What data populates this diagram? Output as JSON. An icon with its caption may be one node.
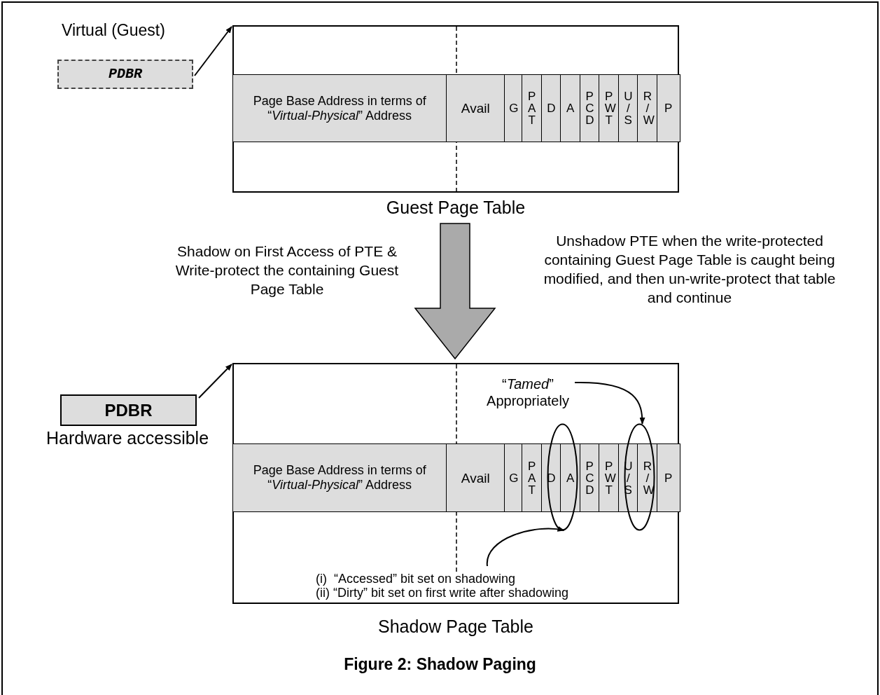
{
  "diagram": {
    "caption": "Figure 2: Shadow Paging",
    "nodes": [
      {
        "text": [
          "Guest Page Table"
        ]
      },
      {
        "text": [
          "Virtual (Guest)",
          "PDBR"
        ]
      },
      {
        "text": [
          "Page Base Address in terms of “*Virtual-Physical*” Address"
        ],
        "in": 0
      },
      {
        "text": [
          "Avail"
        ],
        "in": 0
      },
      {
        "text": [
          "G"
        ],
        "in": 0
      },
      {
        "text": [
          "P A T"
        ],
        "in": 0
      },
      {
        "text": [
          "D"
        ],
        "in": 0
      },
      {
        "text": [
          "A"
        ],
        "in": 0
      },
      {
        "text": [
          "P C D"
        ],
        "in": 0
      },
      {
        "text": [
          "P W T"
        ],
        "in": 0
      },
      {
        "text": [
          "U / S"
        ],
        "in": 0
      },
      {
        "text": [
          "R / W"
        ],
        "in": 0
      },
      {
        "text": [
          "P"
        ],
        "in": 0
      },
      {
        "text": [
          "Shadow Page Table"
        ]
      },
      {
        "text": [
          "PDBR",
          "Hardware accessible"
        ]
      },
      {
        "text": [
          "Page Base Address in terms of “*Virtual-Physical*” Address"
        ],
        "in": 13
      },
      {
        "text": [
          "Avail"
        ],
        "in": 13
      },
      {
        "text": [
          "G"
        ],
        "in": 13
      },
      {
        "text": [
          "P A T"
        ],
        "in": 13
      },
      {
        "text": [
          "D"
        ],
        "in": 13
      },
      {
        "text": [
          "A"
        ],
        "in": 13
      },
      {
        "text": [
          "P C D"
        ],
        "in": 13
      },
      {
        "text": [
          "P W T"
        ],
        "in": 13
      },
      {
        "text": [
          "U / S"
        ],
        "in": 13
      },
      {
        "text": [
          "R / W"
        ],
        "in": 13
      },
      {
        "text": [
          "P"
        ],
        "in": 13
      },
      {
        "text": [],
        "shape": "ellipse",
        "in": 13
      },
      {
        "text": [],
        "shape": "ellipse",
        "in": 13
      },
      {
        "text": [
          "“*Tamed*” Appropriately"
        ],
        "in": 13
      },
      {
        "text": [
          "(i)  “Accessed” bit set on shadowing",
          "(ii) “Dirty” bit set on first write after shadowing"
        ],
        "in": 13
      }
    ],
    "edges": [
      {
        "from": 1,
        "to": 0,
        "arrow": "to"
      },
      {
        "from": 0,
        "to": 13,
        "arrow": "to",
        "style": "thick",
        "label": "Shadow on First Access of PTE & Write-protect the containing Guest Page Table"
      },
      {
        "from": 14,
        "to": 13,
        "arrow": "to"
      },
      {
        "from": 28,
        "to": 27,
        "arrow": "to"
      },
      {
        "from": 29,
        "to": 26,
        "arrow": "to"
      }
    ],
    "labels": [
      "Unshadow PTE when the write-protected containing Guest Page Table is caught being modified, and then un-write-protect that table and continue"
    ]
  }
}
